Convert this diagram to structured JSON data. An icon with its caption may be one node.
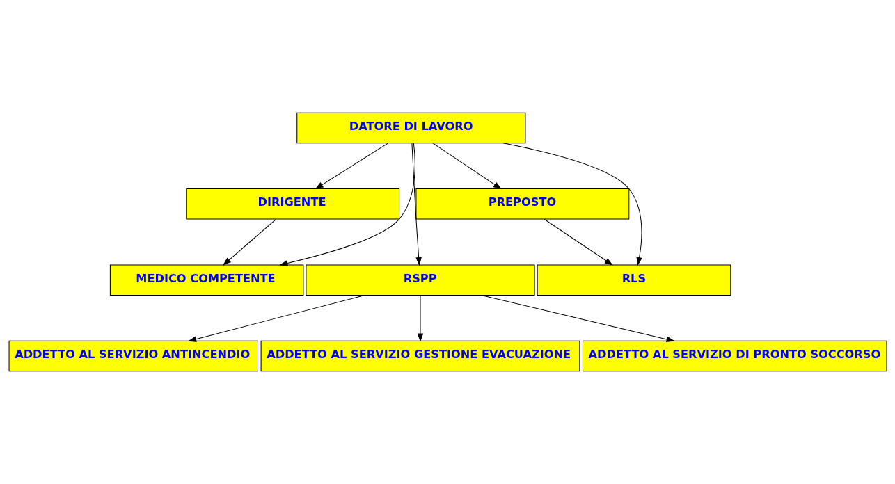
{
  "diagram": {
    "nodes": [
      {
        "text": [
          "DATORE DI LAVORO"
        ]
      },
      {
        "text": [
          "DIRIGENTE"
        ]
      },
      {
        "text": [
          "PREPOSTO"
        ]
      },
      {
        "text": [
          "MEDICO COMPETENTE"
        ]
      },
      {
        "text": [
          "RSPP"
        ]
      },
      {
        "text": [
          "RLS"
        ]
      },
      {
        "text": [
          "ADDETTO AL SERVIZIO ANTINCENDIO"
        ]
      },
      {
        "text": [
          "ADDETTO AL SERVIZIO GESTIONE EVACUAZIONE"
        ]
      },
      {
        "text": [
          "ADDETTO AL SERVIZIO DI PRONTO SOCCORSO"
        ]
      }
    ],
    "edges": [
      {
        "from": 0,
        "to": 1,
        "arrow": "to"
      },
      {
        "from": 0,
        "to": 2,
        "arrow": "to"
      },
      {
        "from": 1,
        "to": 3,
        "arrow": "to"
      },
      {
        "from": 0,
        "to": 3,
        "arrow": "to"
      },
      {
        "from": 0,
        "to": 4,
        "arrow": "to"
      },
      {
        "from": 0,
        "to": 5,
        "arrow": "to"
      },
      {
        "from": 2,
        "to": 5,
        "arrow": "to"
      },
      {
        "from": 4,
        "to": 6,
        "arrow": "to"
      },
      {
        "from": 4,
        "to": 7,
        "arrow": "to"
      },
      {
        "from": 4,
        "to": 8,
        "arrow": "to"
      }
    ]
  }
}
